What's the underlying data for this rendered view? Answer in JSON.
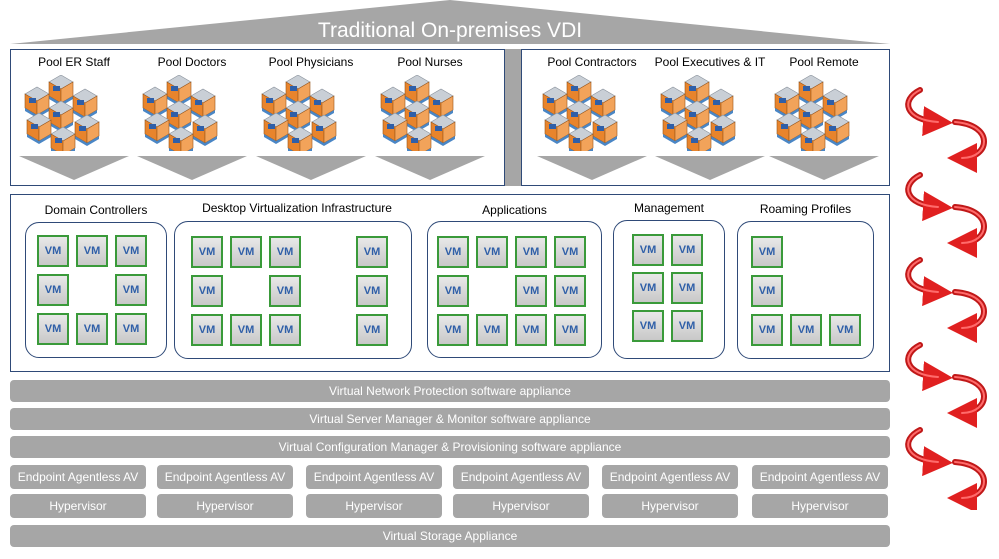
{
  "title": "Traditional On-premises VDI",
  "pools_left": [
    "Pool ER Staff",
    "Pool Doctors",
    "Pool Physicians",
    "Pool Nurses"
  ],
  "pools_right": [
    "Pool Contractors",
    "Pool Executives & IT",
    "Pool Remote"
  ],
  "groups": {
    "domain_controllers": "Domain Controllers",
    "desktop_virtualization": "Desktop Virtualization Infrastructure",
    "applications": "Applications",
    "management": "Management",
    "roaming_profiles": "Roaming Profiles"
  },
  "vm_label": "VM",
  "layers": {
    "network_protection": "Virtual Network Protection software appliance",
    "server_manager": "Virtual Server Manager & Monitor software appliance",
    "config_manager": "Virtual Configuration Manager & Provisioning software appliance",
    "storage": "Virtual Storage Appliance"
  },
  "hosts": {
    "av_label": "Endpoint Agentless AV",
    "hypervisor_label": "Hypervisor"
  },
  "colors": {
    "roof": "#a6a6a6",
    "border": "#2f4a78",
    "vm_border": "#3a9a3a",
    "vm_text": "#2f5fa8",
    "cube": "#e8842c",
    "arrow": "#e02020"
  }
}
